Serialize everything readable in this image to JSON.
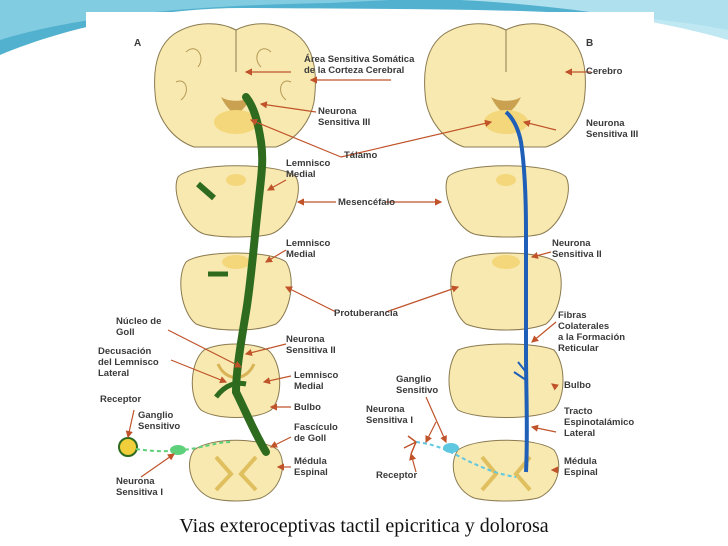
{
  "panels": {
    "a": {
      "letter": "A",
      "labels": {
        "area_sensitiva": "Área Sensitiva Somática\nde la Corteza Cerebral",
        "neurona_iii": "Neurona\nSensitiva III",
        "talamo": "Tálamo",
        "lemnisco_medial_1": "Lemnisco\nMedial",
        "mesencefalo": "Mesencéfalo",
        "lemnisco_medial_2": "Lemnisco\nMedial",
        "protuberancia": "Protuberancia",
        "nucleo_goll": "Núcleo de\nGoll",
        "neurona_ii": "Neurona\nSensitiva II",
        "decusacion": "Decusación\ndel Lemnisco\nLateral",
        "lemnisco_medial_3": "Lemnisco\nMedial",
        "bulbo": "Bulbo",
        "receptor": "Receptor",
        "ganglio": "Ganglio\nSensitivo",
        "fasciculo": "Fascículo\nde Goll",
        "medula": "Médula\nEspinal",
        "neurona_i": "Neurona\nSensitiva I"
      }
    },
    "b": {
      "letter": "B",
      "labels": {
        "cerebro": "Cerebro",
        "neurona_iii": "Neurona\nSensitiva III",
        "neurona_ii": "Neurona\nSensitiva II",
        "fibras": "Fibras\nColaterales\na la Formación\nReticular",
        "bulbo": "Bulbo",
        "ganglio": "Ganglio\nSensitivo",
        "neurona_i": "Neurona\nSensitiva I",
        "tracto": "Tracto\nEspinotalámico\nLateral",
        "receptor": "Receptor",
        "medula": "Médula\nEspinal"
      }
    }
  },
  "caption": "Vias exteroceptivas tactil epicritica y dolorosa",
  "colors": {
    "tissue": "#f8e9b0",
    "gray_matter": "#f3d77a",
    "outline": "#8a7a50",
    "pathway_a": "#2e6b1f",
    "pathway_b": "#1f5fb8",
    "ganglion_a": "#5fd07a",
    "ganglion_b": "#5fc8e0",
    "arrows": "#c0532a",
    "background_swoosh": "#3fa9c9"
  }
}
